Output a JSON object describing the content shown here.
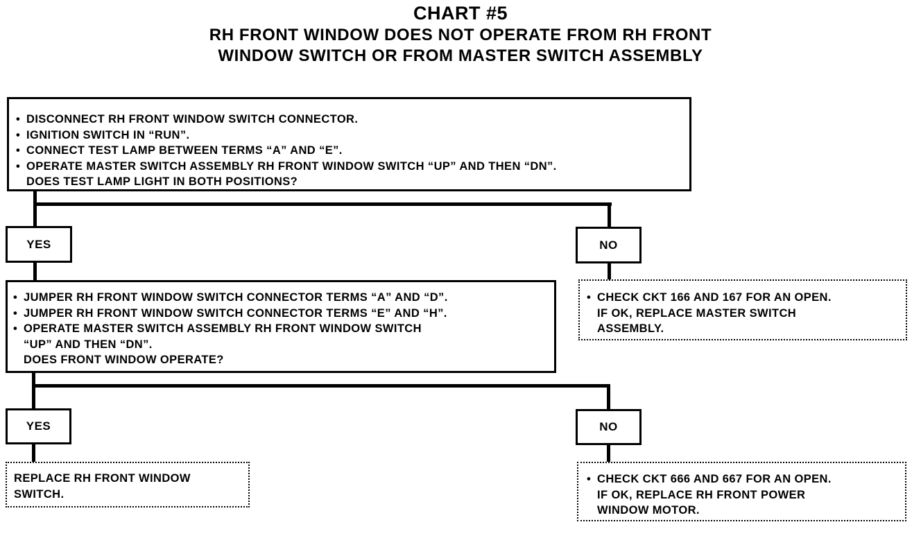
{
  "header": {
    "title": "CHART #5",
    "subtitle_line1": "RH FRONT WINDOW DOES NOT OPERATE FROM RH FRONT",
    "subtitle_line2": "WINDOW SWITCH OR FROM MASTER SWITCH ASSEMBLY"
  },
  "step1": {
    "bullets": [
      "DISCONNECT RH FRONT WINDOW SWITCH CONNECTOR.",
      "IGNITION SWITCH IN “RUN”.",
      "CONNECT TEST LAMP BETWEEN TERMS “A” AND “E”.",
      "OPERATE MASTER SWITCH ASSEMBLY RH FRONT WINDOW SWITCH “UP” AND THEN “DN”."
    ],
    "question": "DOES TEST LAMP LIGHT IN BOTH POSITIONS?"
  },
  "branch1": {
    "yes": "YES",
    "no": "NO"
  },
  "step1_no": {
    "bullet": "CHECK CKT 166 AND 167 FOR AN OPEN.",
    "lines": [
      "IF OK, REPLACE MASTER SWITCH",
      "ASSEMBLY."
    ]
  },
  "step2": {
    "bullets": [
      "JUMPER RH FRONT WINDOW SWITCH CONNECTOR TERMS “A” AND “D”.",
      "JUMPER RH FRONT WINDOW SWITCH CONNECTOR TERMS “E” AND “H”.",
      "OPERATE MASTER SWITCH ASSEMBLY RH FRONT WINDOW SWITCH"
    ],
    "continuation": "“UP” AND THEN “DN”.",
    "question": "DOES FRONT WINDOW OPERATE?"
  },
  "branch2": {
    "yes": "YES",
    "no": "NO"
  },
  "step2_yes": {
    "lines": [
      "REPLACE RH FRONT WINDOW",
      "SWITCH."
    ]
  },
  "step2_no": {
    "bullet": "CHECK CKT 666 AND 667 FOR AN OPEN.",
    "lines": [
      "IF OK, REPLACE RH FRONT POWER",
      "WINDOW MOTOR."
    ]
  }
}
